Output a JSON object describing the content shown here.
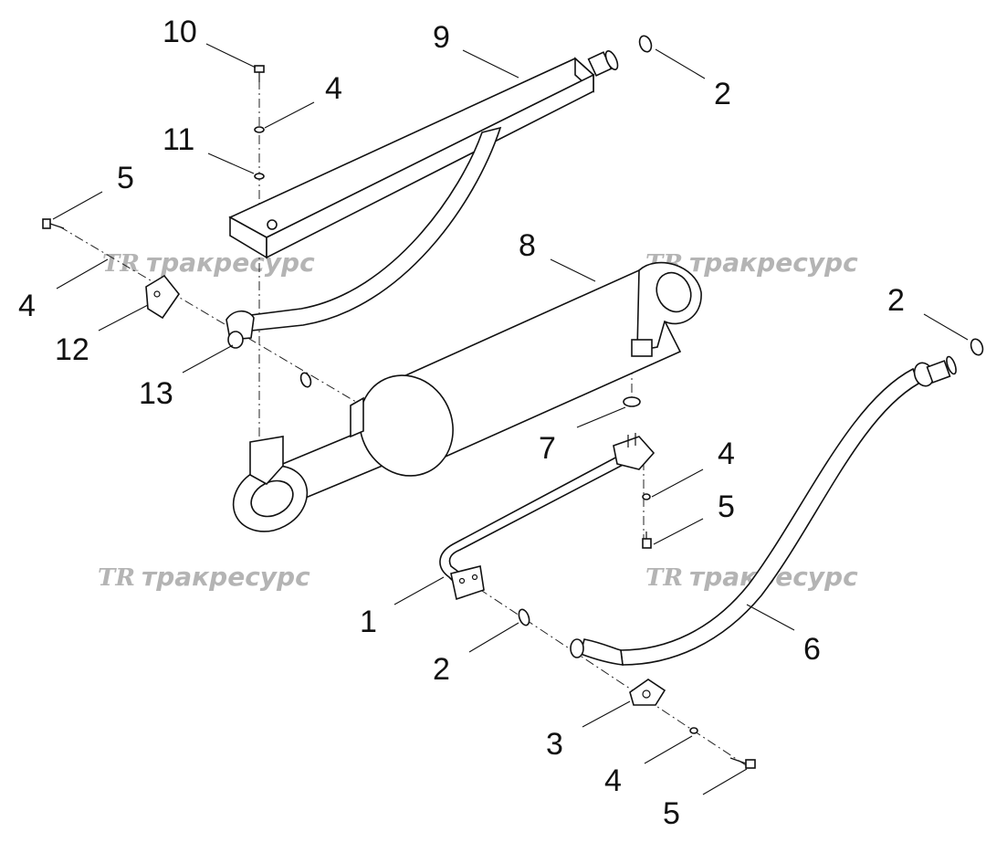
{
  "callouts": [
    {
      "id": "c10",
      "text": "10"
    },
    {
      "id": "c9",
      "text": "9"
    },
    {
      "id": "c2a",
      "text": "2"
    },
    {
      "id": "c4a",
      "text": "4"
    },
    {
      "id": "c11",
      "text": "11"
    },
    {
      "id": "c5a",
      "text": "5"
    },
    {
      "id": "c8",
      "text": "8"
    },
    {
      "id": "c2b",
      "text": "2"
    },
    {
      "id": "c4b",
      "text": "4"
    },
    {
      "id": "c12",
      "text": "12"
    },
    {
      "id": "c13",
      "text": "13"
    },
    {
      "id": "c7",
      "text": "7"
    },
    {
      "id": "c4c",
      "text": "4"
    },
    {
      "id": "c5b",
      "text": "5"
    },
    {
      "id": "c1",
      "text": "1"
    },
    {
      "id": "c6",
      "text": "6"
    },
    {
      "id": "c2c",
      "text": "2"
    },
    {
      "id": "c3",
      "text": "3"
    },
    {
      "id": "c4d",
      "text": "4"
    },
    {
      "id": "c5c",
      "text": "5"
    }
  ],
  "watermark": {
    "logo": "TR",
    "text": "тракресурс"
  }
}
